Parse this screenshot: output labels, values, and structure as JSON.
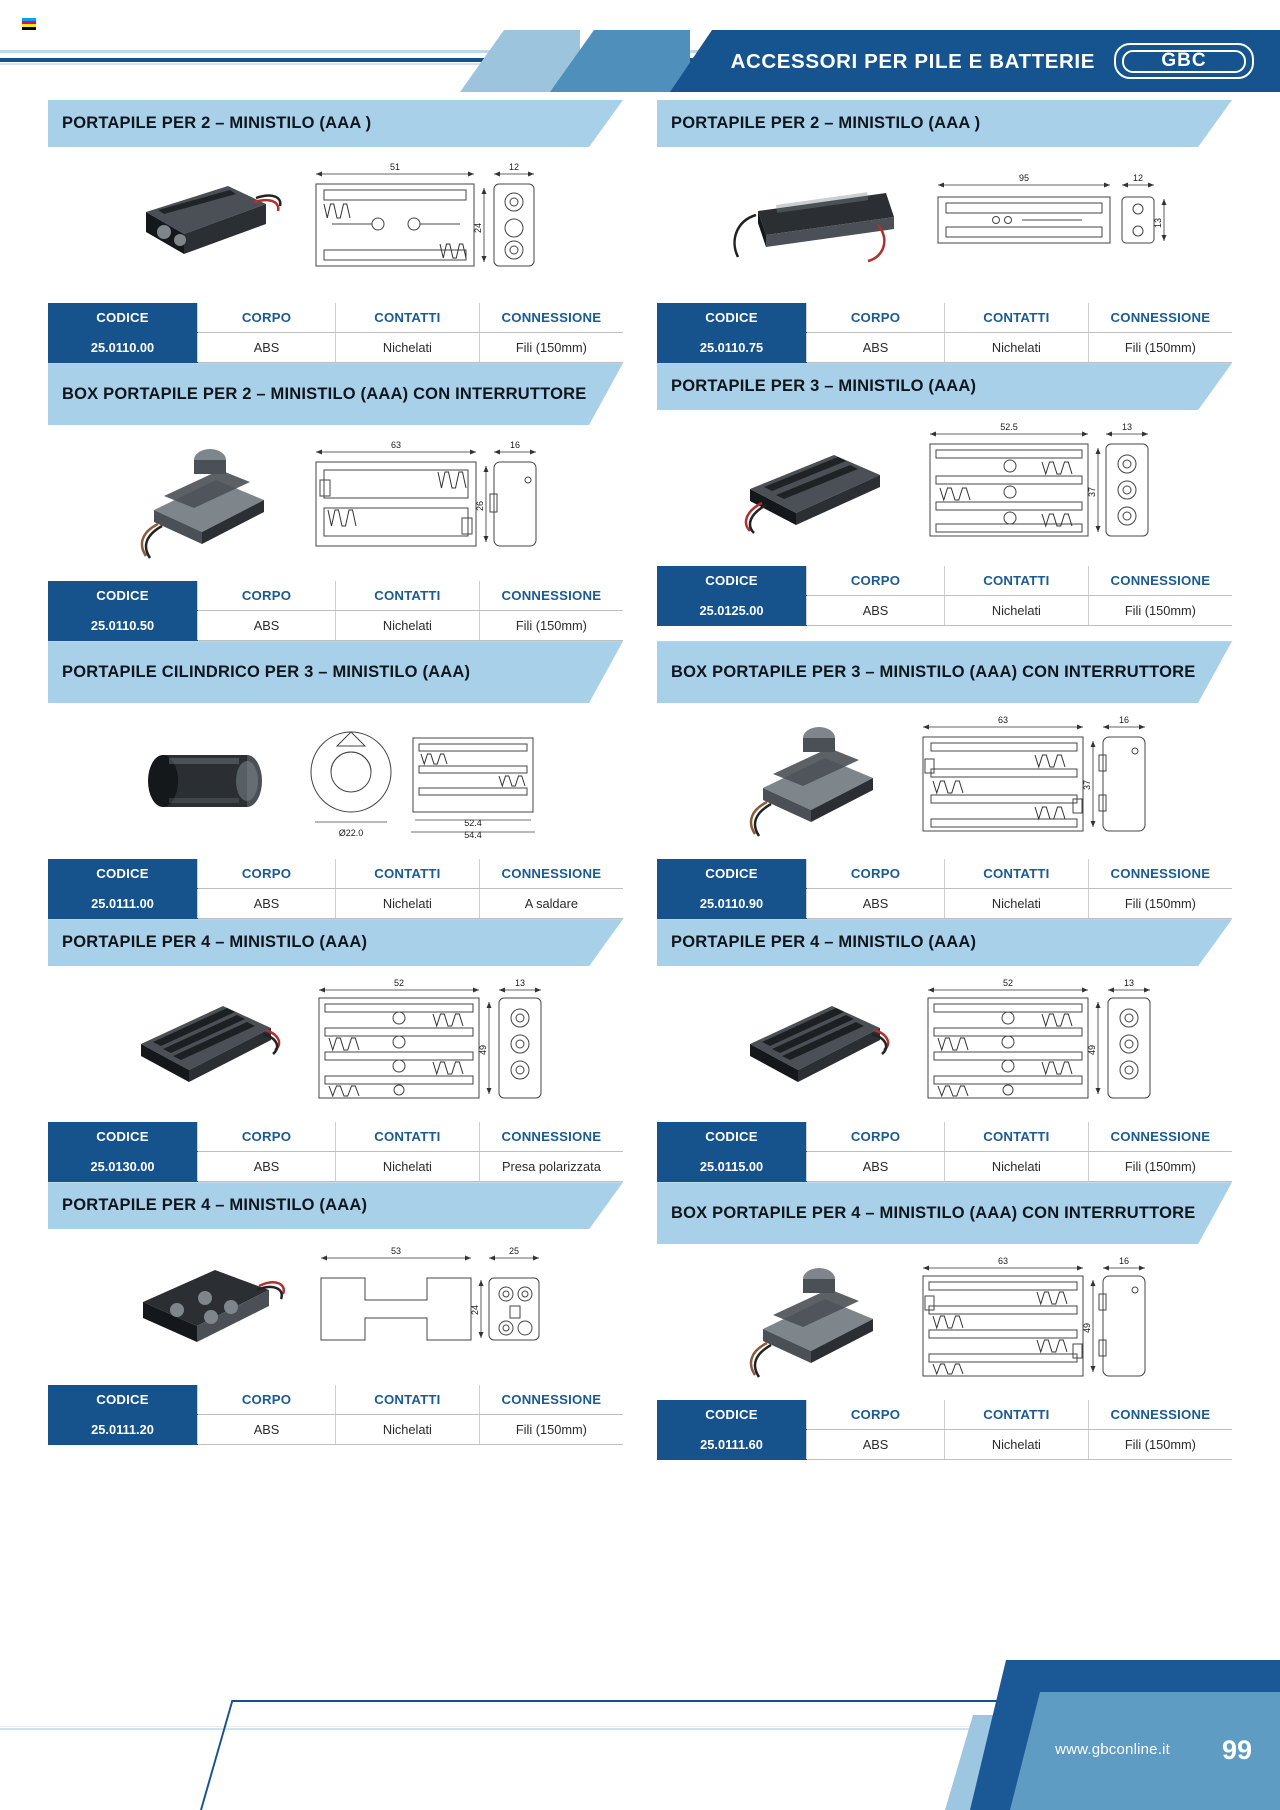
{
  "header": {
    "title": "ACCESSORI PER PILE E BATTERIE",
    "logo": "GBC",
    "accent_dark": "#15548f",
    "accent_mid": "#4f8fbb",
    "accent_light": "#9cc4dd"
  },
  "table_headers": {
    "codice": "CODICE",
    "corpo": "CORPO",
    "contatti": "CONTATTI",
    "connessione": "CONNESSIONE"
  },
  "products": [
    {
      "title": "PORTAPILE PER 2 – MINISTILO (AAA )",
      "codice": "25.0110.00",
      "corpo": "ABS",
      "contatti": "Nichelati",
      "connessione": "Fili (150mm)",
      "drawing": {
        "type": "holder-2-flat",
        "dims": [
          "51",
          "12",
          "24"
        ]
      }
    },
    {
      "title": "PORTAPILE PER 2 – MINISTILO (AAA )",
      "codice": "25.0110.75",
      "corpo": "ABS",
      "contatti": "Nichelati",
      "connessione": "Fili (150mm)",
      "drawing": {
        "type": "holder-2-inline",
        "dims": [
          "95",
          "12",
          "13"
        ]
      }
    },
    {
      "title": "BOX PORTAPILE PER 2 – MINISTILO (AAA) CON INTERRUTTORE",
      "codice": "25.0110.50",
      "corpo": "ABS",
      "contatti": "Nichelati",
      "connessione": "Fili (150mm)",
      "drawing": {
        "type": "box-2-switch",
        "dims": [
          "63",
          "16",
          "26"
        ]
      }
    },
    {
      "title": "PORTAPILE PER 3 – MINISTILO (AAA)",
      "codice": "25.0125.00",
      "corpo": "ABS",
      "contatti": "Nichelati",
      "connessione": "Fili (150mm)",
      "drawing": {
        "type": "holder-3-flat",
        "dims": [
          "52.5",
          "13",
          "37"
        ]
      }
    },
    {
      "title": "PORTAPILE CILINDRICO PER 3 – MINISTILO (AAA)",
      "codice": "25.0111.00",
      "corpo": "ABS",
      "contatti": "Nichelati",
      "connessione": "A saldare",
      "drawing": {
        "type": "cylindrical-3",
        "dims": [
          "Ø22.0",
          "52.4",
          "54.4"
        ]
      }
    },
    {
      "title": "BOX PORTAPILE PER 3 – MINISTILO (AAA) CON INTERRUTTORE",
      "codice": "25.0110.90",
      "corpo": "ABS",
      "contatti": "Nichelati",
      "connessione": "Fili (150mm)",
      "drawing": {
        "type": "box-3-switch",
        "dims": [
          "63",
          "16",
          "37"
        ]
      }
    },
    {
      "title": "PORTAPILE PER 4 – MINISTILO (AAA)",
      "codice": "25.0130.00",
      "corpo": "ABS",
      "contatti": "Nichelati",
      "connessione": "Presa polarizzata",
      "drawing": {
        "type": "holder-4-flat",
        "dims": [
          "52",
          "13",
          "49"
        ]
      }
    },
    {
      "title": "PORTAPILE PER 4 – MINISTILO (AAA)",
      "codice": "25.0115.00",
      "corpo": "ABS",
      "contatti": "Nichelati",
      "connessione": "Fili (150mm)",
      "drawing": {
        "type": "holder-4-flat",
        "dims": [
          "52",
          "13",
          "49"
        ]
      }
    },
    {
      "title": "PORTAPILE PER 4 – MINISTILO (AAA)",
      "codice": "25.0111.20",
      "corpo": "ABS",
      "contatti": "Nichelati",
      "connessione": "Fili (150mm)",
      "drawing": {
        "type": "holder-4-square",
        "dims": [
          "53",
          "25",
          "24"
        ]
      }
    },
    {
      "title": "BOX PORTAPILE PER 4 – MINISTILO (AAA) CON INTERRUTTORE",
      "codice": "25.0111.60",
      "corpo": "ABS",
      "contatti": "Nichelati",
      "connessione": "Fili (150mm)",
      "drawing": {
        "type": "box-4-switch",
        "dims": [
          "63",
          "16",
          "49"
        ]
      }
    }
  ],
  "footer": {
    "url": "www.gbconline.it",
    "page": "99"
  }
}
